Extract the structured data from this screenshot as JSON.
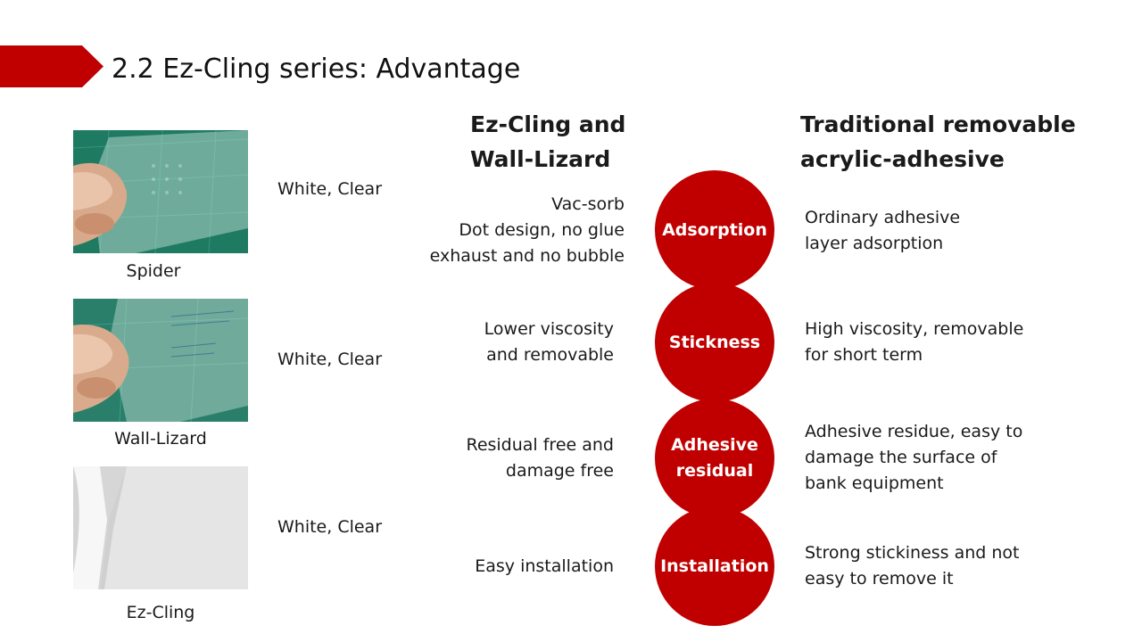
{
  "slide": {
    "title": "2.2 Ez-Cling series: Advantage",
    "accent_color": "#c00000"
  },
  "products": [
    {
      "name": "Spider",
      "colors": "White, Clear",
      "image": "spider-film-photo"
    },
    {
      "name": "Wall-Lizard",
      "colors": "White, Clear",
      "image": "wall-lizard-film-photo"
    },
    {
      "name": "Ez-Cling",
      "colors": "White, Clear",
      "image": "ez-cling-film-photo"
    }
  ],
  "columns": {
    "left_heading": [
      "Ez-Cling and",
      "Wall-Lizard"
    ],
    "right_heading": [
      "Traditional removable",
      "acrylic-adhesive"
    ]
  },
  "comparisons": [
    {
      "label": [
        "Adsorption"
      ],
      "ez_cling": [
        "Vac-sorb",
        "Dot design, no glue",
        "exhaust and no bubble"
      ],
      "traditional": [
        "Ordinary adhesive",
        "layer adsorption"
      ]
    },
    {
      "label": [
        "Stickness"
      ],
      "ez_cling": [
        "Lower viscosity",
        "and removable"
      ],
      "traditional": [
        "High viscosity, removable",
        "for short term"
      ]
    },
    {
      "label": [
        "Adhesive",
        "residual"
      ],
      "ez_cling": [
        "Residual free and",
        "damage free"
      ],
      "traditional": [
        "Adhesive residue, easy to",
        "damage the surface of",
        "bank equipment"
      ]
    },
    {
      "label": [
        "Installation"
      ],
      "ez_cling": [
        "Easy installation"
      ],
      "traditional": [
        "Strong stickiness and not",
        "easy to remove it"
      ]
    }
  ]
}
